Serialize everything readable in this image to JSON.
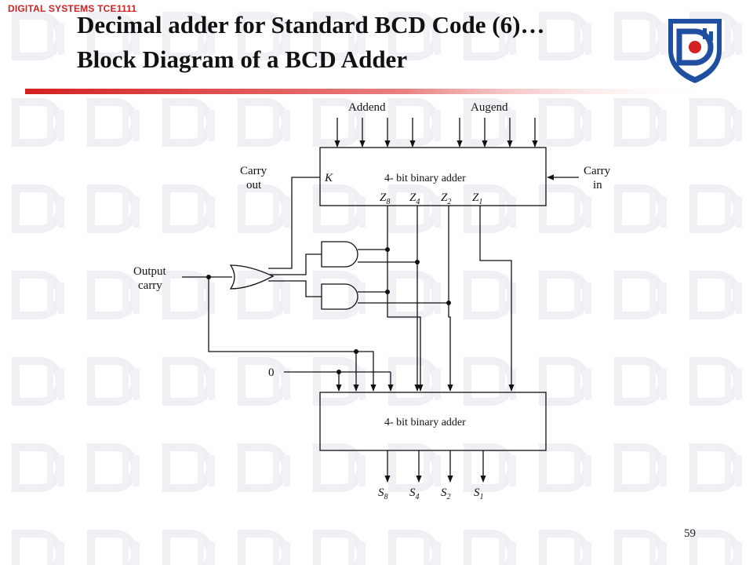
{
  "slide": {
    "course": "DIGITAL SYSTEMS TCE1111",
    "title_line1": "Decimal adder for Standard BCD Code (6)…",
    "title_line2": "Block Diagram of a BCD Adder",
    "page_number": "59"
  },
  "diagram": {
    "top_inputs": {
      "addend": "Addend",
      "augend": "Augend"
    },
    "adder_top": {
      "label": "4- bit binary adder",
      "carry_k": "K",
      "z8": "Z",
      "z4": "Z",
      "z2": "Z",
      "z1": "Z",
      "z8_sub": "8",
      "z4_sub": "4",
      "z2_sub": "2",
      "z1_sub": "1"
    },
    "carry_out": {
      "line1": "Carry",
      "line2": "out"
    },
    "carry_in": {
      "line1": "Carry",
      "line2": "in"
    },
    "output_carry": {
      "line1": "Output",
      "line2": "carry"
    },
    "zero_input": "0",
    "adder_bottom": {
      "label": "4- bit binary adder"
    },
    "outputs": {
      "s8": "S",
      "s4": "S",
      "s2": "S",
      "s1": "S",
      "s8_sub": "8",
      "s4_sub": "4",
      "s2_sub": "2",
      "s1_sub": "1"
    }
  },
  "colors": {
    "accent_red": "#d42020",
    "logo_blue": "#1f4fa0",
    "logo_red": "#d42020"
  }
}
